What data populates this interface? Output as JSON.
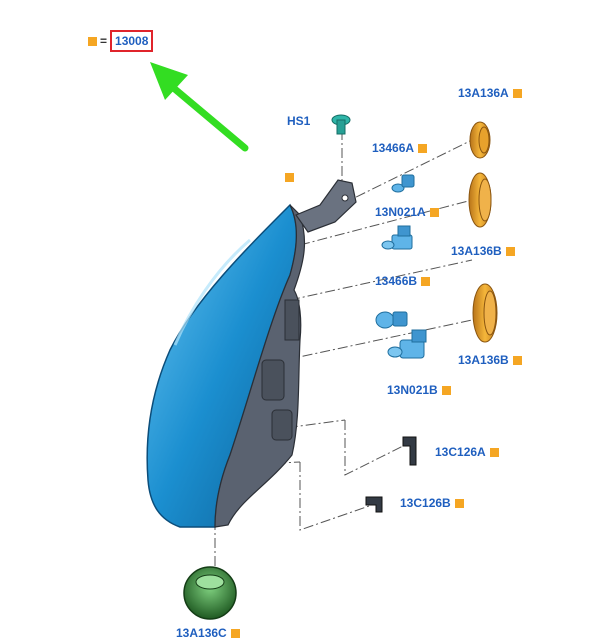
{
  "main_reference": {
    "equals": "=",
    "part_number": "13008"
  },
  "callouts": {
    "hs1": "HS1",
    "c13466a": "13466A",
    "c13n021a": "13N021A",
    "c13466b": "13466B",
    "c13n021b": "13N021B",
    "c13a136a": "13A136A",
    "c13a136b_top": "13A136B",
    "c13a136b_bottom": "13A136B",
    "c13c126a": "13C126A",
    "c13c126b": "13C126B",
    "c13a136c": "13A136C"
  },
  "colors": {
    "housing_blue": "#1b8fd0",
    "housing_dark": "#5a6270",
    "callout_text": "#1f5fbf",
    "marker": "#f5a623",
    "highlight_box": "#e0242b",
    "arrow": "#33dd22",
    "ring_orange": "#e7a12c",
    "socket_green": "#3a7a3a",
    "bulb_blue": "#5fb4e8"
  },
  "icons": [
    "headlamp-housing",
    "bulb-icon",
    "socket-icon",
    "ring-icon",
    "clip-icon",
    "screw-icon",
    "green-arrow"
  ]
}
